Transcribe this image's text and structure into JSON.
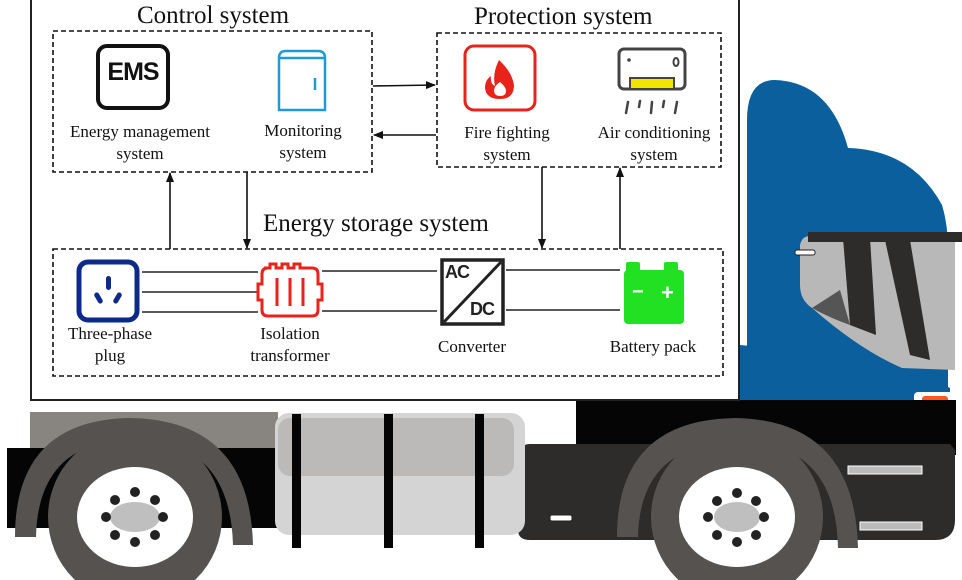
{
  "groups": {
    "control": {
      "title": "Control system",
      "items": [
        {
          "icon": "ems-icon",
          "icon_text": "EMS",
          "label_line1": "Energy management",
          "label_line2": "system"
        },
        {
          "icon": "cabinet-icon",
          "label_line1": "Monitoring",
          "label_line2": "system"
        }
      ]
    },
    "protection": {
      "title": "Protection system",
      "items": [
        {
          "icon": "fire-icon",
          "label_line1": "Fire fighting",
          "label_line2": "system"
        },
        {
          "icon": "air-conditioner-icon",
          "label_line1": "Air conditioning",
          "label_line2": "system"
        }
      ]
    },
    "storage": {
      "title": "Energy storage system",
      "items": [
        {
          "icon": "socket-icon",
          "label_line1": "Three-phase",
          "label_line2": "plug"
        },
        {
          "icon": "transformer-icon",
          "label_line1": "Isolation",
          "label_line2": "transformer"
        },
        {
          "icon": "ac-dc-converter-icon",
          "icon_text_top": "AC",
          "icon_text_bottom": "DC",
          "label_line1": "Converter"
        },
        {
          "icon": "battery-icon",
          "icon_text_minus": "−",
          "icon_text_plus": "+",
          "label_line1": "Battery pack"
        }
      ]
    }
  },
  "colors": {
    "truck_cab": "#0a5f9c",
    "ems": "#111111",
    "monitoring": "#1e9bd6",
    "fire": "#e8231b",
    "plug": "#0b2a8a",
    "transformer": "#e8231b",
    "battery": "#22e022",
    "ac_vent": "#f2e600",
    "indicator": "#ff5a1a"
  }
}
